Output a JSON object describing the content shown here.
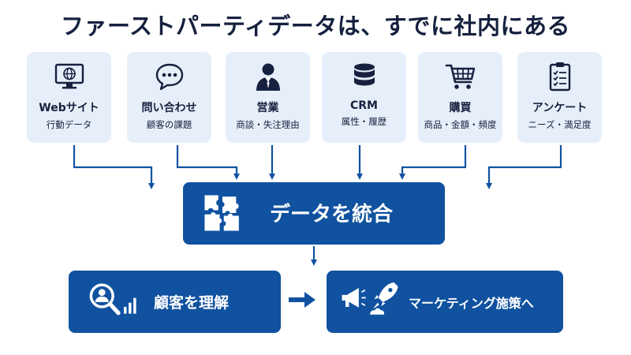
{
  "title": "ファーストパーティデータは、すでに社内にある",
  "sources": [
    {
      "icon": "monitor-globe-icon",
      "label": "Webサイト",
      "sub": "行動データ"
    },
    {
      "icon": "chat-bubble-icon",
      "label": "問い合わせ",
      "sub": "顧客の課題"
    },
    {
      "icon": "businessperson-icon",
      "label": "営業",
      "sub": "商談・失注理由"
    },
    {
      "icon": "database-icon",
      "label": "CRM",
      "sub": "属性・履歴"
    },
    {
      "icon": "shopping-cart-icon",
      "label": "購買",
      "sub": "商品・金額・頻度"
    },
    {
      "icon": "clipboard-checklist-icon",
      "label": "アンケート",
      "sub": "ニーズ・満足度"
    }
  ],
  "integrate": {
    "icon": "puzzle-icon",
    "label": "データを統合"
  },
  "understand": {
    "icon": "customer-analysis-icon",
    "label": "顧客を理解"
  },
  "marketing": {
    "icon": "megaphone-rocket-icon",
    "label": "マーケティング施策へ"
  },
  "colors": {
    "primary": "#1052a0",
    "card": "#e6eff9",
    "text": "#16213f",
    "arrow": "#1052a0"
  }
}
